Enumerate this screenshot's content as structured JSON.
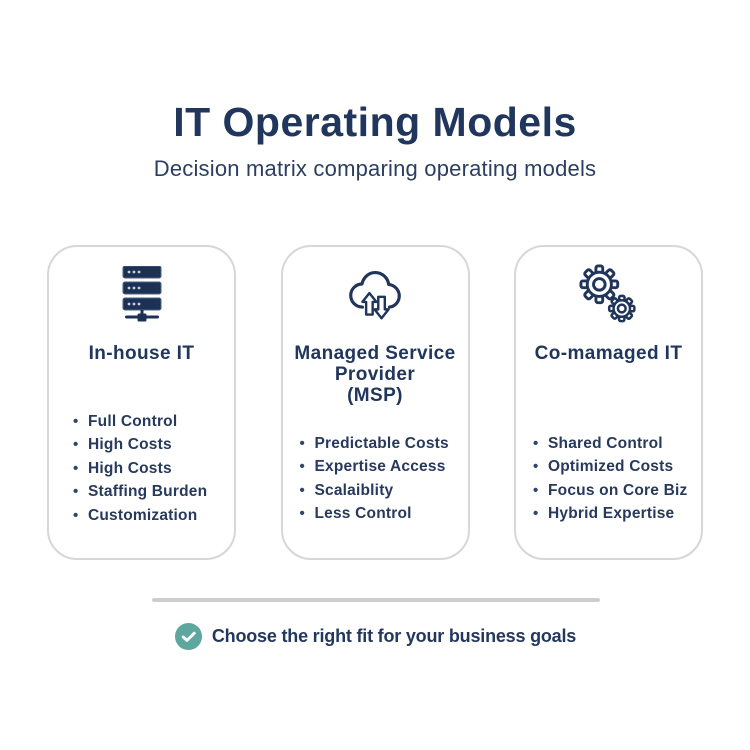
{
  "header": {
    "title": "IT Operating Models",
    "subtitle": "Decision matrix comparing operating models"
  },
  "cards": [
    {
      "icon": "server-icon",
      "title_lines": [
        "In-house IT"
      ],
      "bullets": [
        "Full Control",
        "High Costs",
        "High Costs",
        "Staffing Burden",
        "Customization"
      ]
    },
    {
      "icon": "cloud-sync-icon",
      "title_lines": [
        "Managed Service",
        "Provider",
        "(MSP)"
      ],
      "bullets": [
        "Predictable Costs",
        "Expertise Access",
        "Scalaiblity",
        "Less Control"
      ]
    },
    {
      "icon": "gears-icon",
      "title_lines": [
        "Co-mamaged IT"
      ],
      "bullets": [
        "Shared Control",
        "Optimized Costs",
        "Focus on Core Biz",
        "Hybrid Expertise"
      ]
    }
  ],
  "footer": {
    "icon": "check-circle-icon",
    "note": "Choose the right fit for your business goals"
  },
  "colors": {
    "navy": "#21365c",
    "bullet_navy": "#27395c",
    "teal": "#5ea79f",
    "card_border": "#d7d7d7",
    "divider": "#cdcdcd",
    "background": "#ffffff"
  }
}
